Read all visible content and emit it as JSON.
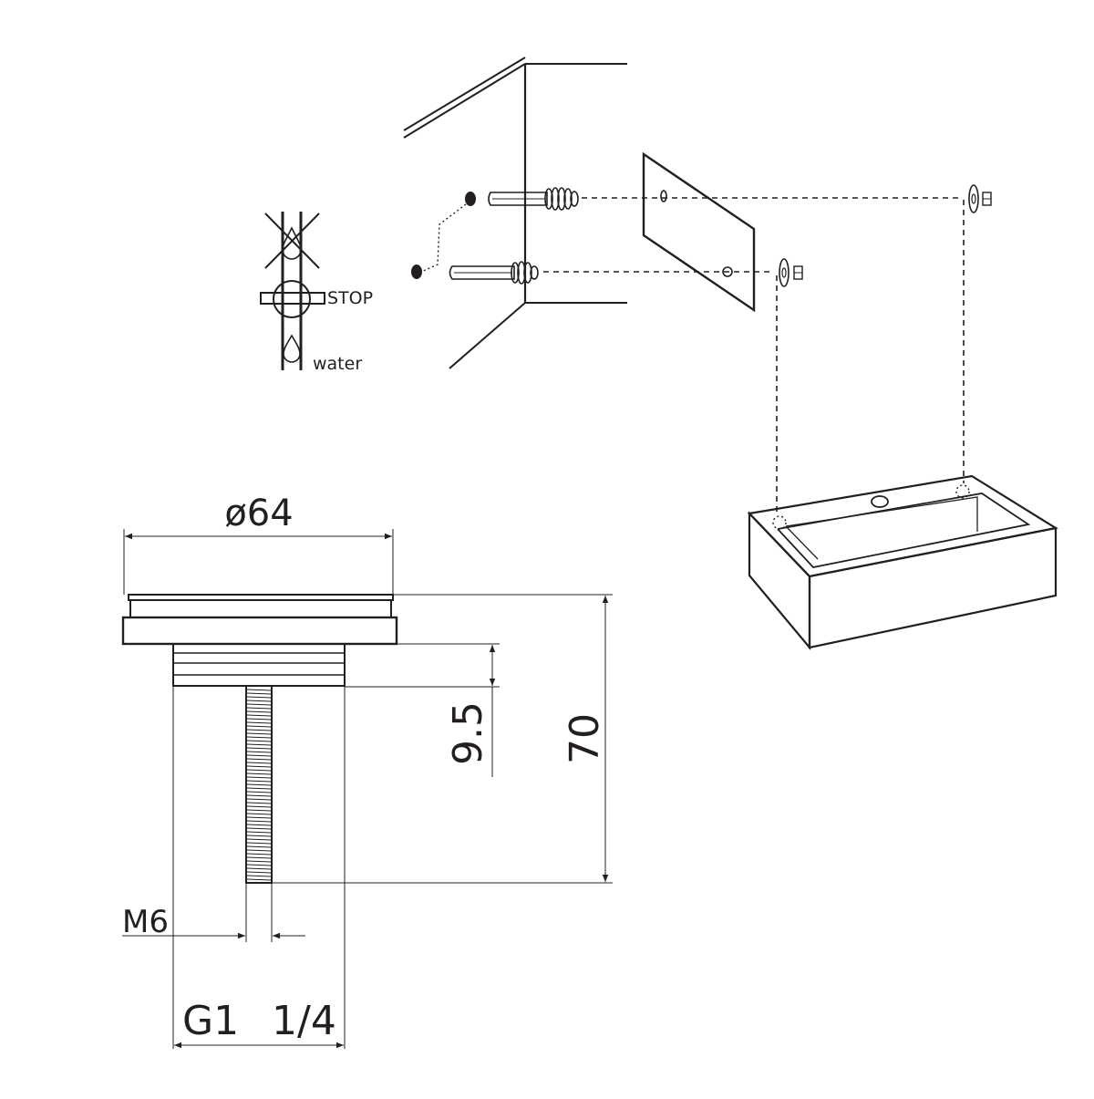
{
  "valve_labels": {
    "stop": "STOP",
    "water": "water"
  },
  "dimensions": {
    "diameter": "ø64",
    "thread_length": "9.5",
    "total_height": "70",
    "bolt_thread": "M6",
    "pipe_thread_a": "G1",
    "pipe_thread_b": "1/4"
  },
  "colors": {
    "ink": "#231f20",
    "background": "#ffffff"
  }
}
